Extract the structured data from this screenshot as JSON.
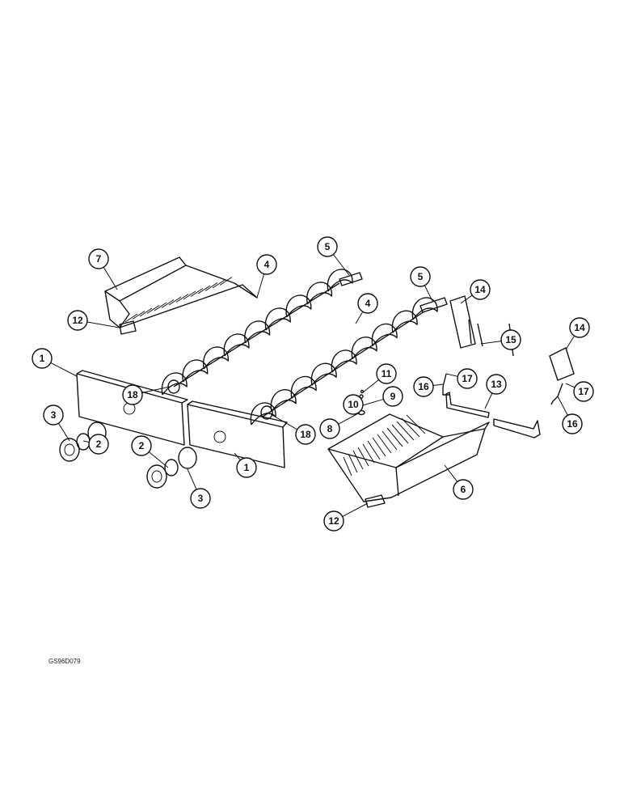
{
  "diagram": {
    "figure_code": "GS96D079",
    "callouts": [
      "7",
      "12",
      "4",
      "5",
      "5",
      "14",
      "4",
      "15",
      "14",
      "1",
      "18",
      "11",
      "17",
      "17",
      "16",
      "10",
      "9",
      "3",
      "13",
      "16",
      "8",
      "2",
      "2",
      "18",
      "1",
      "3",
      "6",
      "12"
    ]
  }
}
